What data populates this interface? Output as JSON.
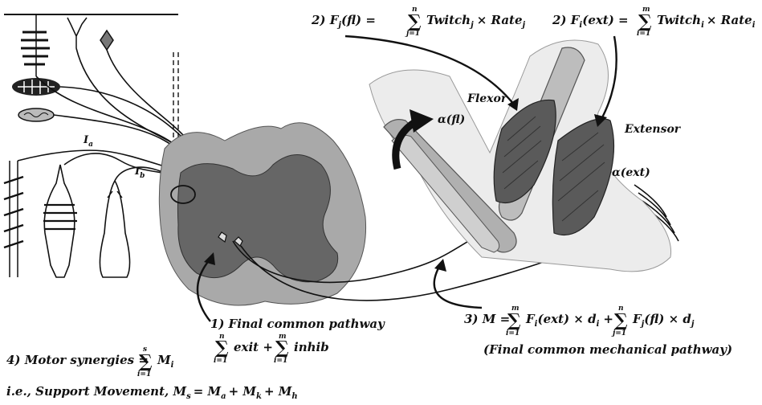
{
  "diagram": {
    "eq1_number": "1)",
    "eq1_text": "Final common pathway",
    "eq1_sum_a_top": "n",
    "eq1_sum_a_bot": "i=1",
    "eq1_term_a": "exit +",
    "eq1_sum_b_top": "m",
    "eq1_sum_b_bot": "i=1",
    "eq1_term_b": "inhib",
    "eq2a_lhs": "2) F",
    "eq2a_sub": "j",
    "eq2a_arg": "(fl) =",
    "eq2a_sum_top": "n",
    "eq2a_sum_bot": "j=1",
    "eq2a_rhs": "Twitch",
    "eq2a_rhs_sub": "j",
    "eq2a_times": "× Rate",
    "eq2a_times_sub": "j",
    "eq2b_lhs": "2) F",
    "eq2b_sub": "i",
    "eq2b_arg": "(ext) =",
    "eq2b_sum_top": "m",
    "eq2b_sum_bot": "i=1",
    "eq2b_rhs": "Twitch",
    "eq2b_rhs_sub": "i",
    "eq2b_times": "× Rate",
    "eq2b_times_sub": "i",
    "eq3_lhs": "3) M =",
    "eq3_sum_a_top": "m",
    "eq3_sum_a_bot": "i=1",
    "eq3_term_a": "F",
    "eq3_term_a_sub": "i",
    "eq3_term_a_rest": "(ext) × d",
    "eq3_term_a_d": "i",
    "eq3_plus": "+",
    "eq3_sum_b_top": "n",
    "eq3_sum_b_bot": "j=1",
    "eq3_term_b": "F",
    "eq3_term_b_sub": "j",
    "eq3_term_b_rest": "(fl) × d",
    "eq3_term_b_d": "j",
    "eq3_caption": "(Final common mechanical pathway)",
    "eq4_lhs": "4) Motor synergies =",
    "eq4_sum_top": "s",
    "eq4_sum_bot": "i=1",
    "eq4_rhs": "M",
    "eq4_rhs_sub": "i",
    "eq4_example": "i.e., Support Movement, M",
    "eq4_example_sub_s": "s",
    "eq4_example_eq": "= M",
    "eq4_example_sub_a": "a",
    "eq4_example_plus1": "+ M",
    "eq4_example_sub_k": "k",
    "eq4_example_plus2": "+ M",
    "eq4_example_sub_h": "h",
    "label_flexor": "Flexor",
    "label_extensor": "Extensor",
    "label_alpha_fl": "α(fl)",
    "label_alpha_ext": "α(ext)",
    "label_ia": "I",
    "label_ia_sub": "a",
    "label_ib": "I",
    "label_ib_sub": "b"
  }
}
